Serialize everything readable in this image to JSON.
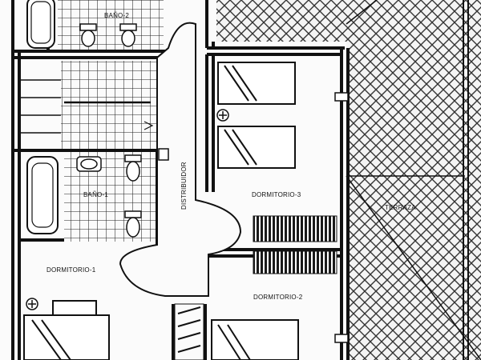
{
  "rooms": {
    "bano_2": "BAÑO-2",
    "bano_1": "BAÑO-1",
    "distribuidor": "DISTRIBUIDOR",
    "dormitorio_3": "DORMITORIO-3",
    "dormitorio_1": "DORMITORIO-1",
    "dormitorio_2": "DORMITORIO-2",
    "terraza": "TERRAZA"
  },
  "colors": {
    "line": "#111111",
    "paper": "#fbfbfb"
  }
}
